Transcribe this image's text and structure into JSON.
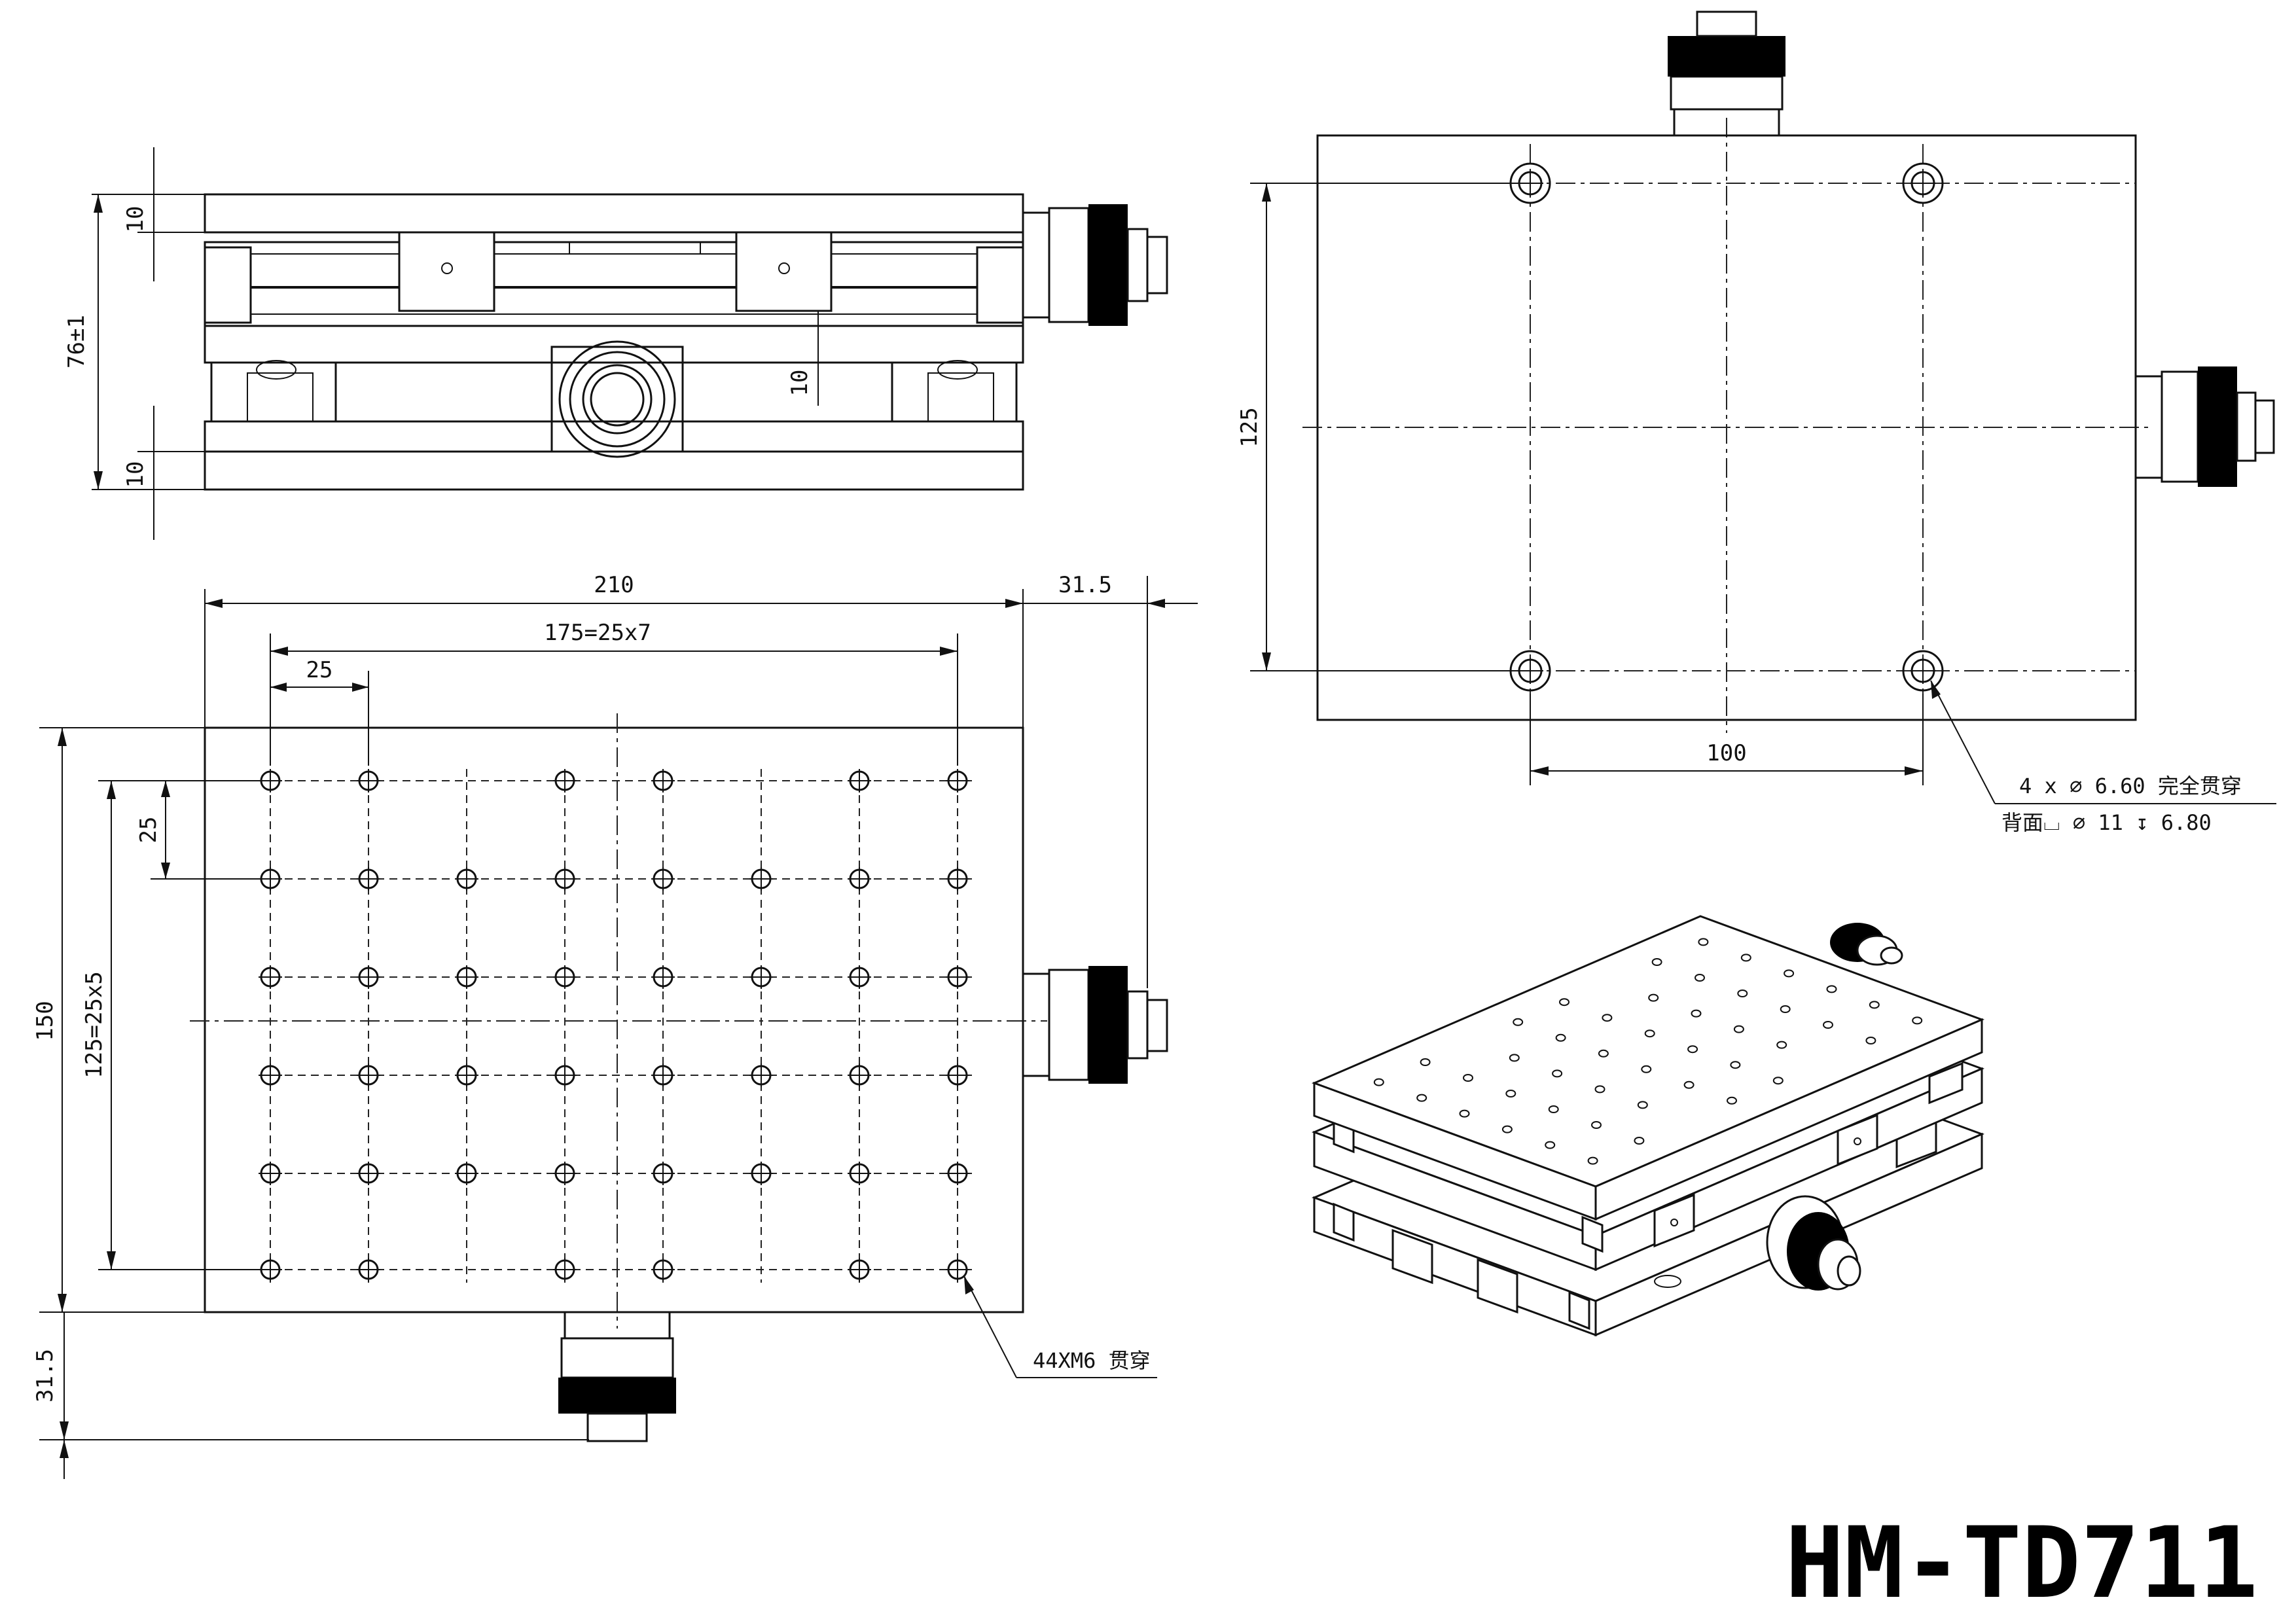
{
  "title": "HM-TD711",
  "side_view": {
    "dim_top_plate": "10",
    "dim_height": "76±1",
    "dim_middle": "10",
    "dim_base_plate": "10"
  },
  "top_view": {
    "dim_width": "210",
    "dim_knob_offset_right": "31.5",
    "dim_hole_span_x": "175=25x7",
    "dim_pitch_x": "25",
    "dim_pitch_y": "25",
    "dim_height": "150",
    "dim_hole_span_y": "125=25x5",
    "dim_knob_offset_bottom": "31.5",
    "hole_callout": "44XM6 贯穿"
  },
  "bottom_view": {
    "dim_hole_span_y": "125",
    "dim_hole_span_x": "100",
    "hole_callout_line1": "4 x ∅ 6.60 完全贯穿",
    "hole_callout_line2": "背面⌴ ∅ 11 ↧ 6.80"
  },
  "colors": {
    "line": "#111111",
    "knurl": "#000000",
    "background": "#ffffff"
  }
}
